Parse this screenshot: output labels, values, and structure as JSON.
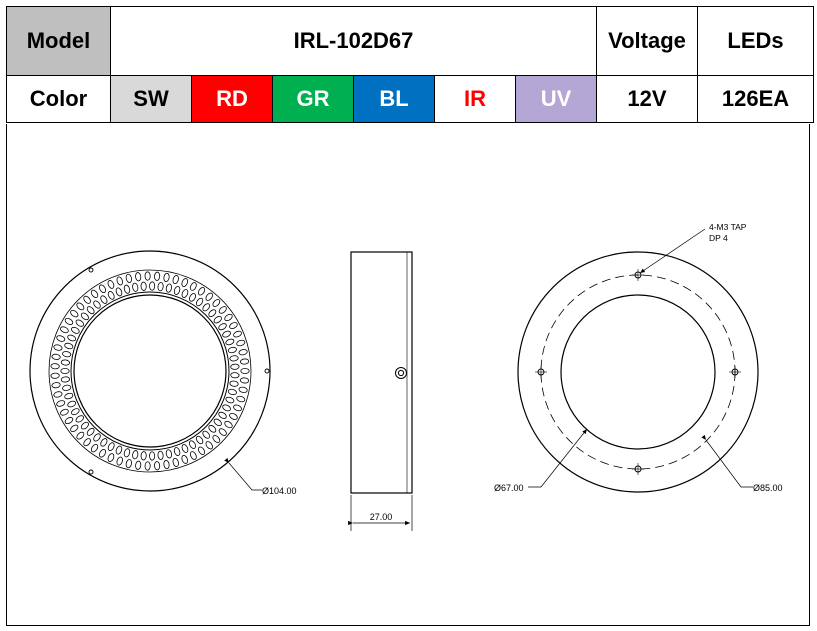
{
  "spec_table": {
    "model_label": "Model",
    "model_value": "IRL-102D67",
    "voltage_label": "Voltage",
    "leds_label": "LEDs",
    "color_label": "Color",
    "colors": [
      {
        "code": "SW",
        "bg": "#d9d9d9",
        "fg": "#000000"
      },
      {
        "code": "RD",
        "bg": "#ff0000",
        "fg": "#ffffff"
      },
      {
        "code": "GR",
        "bg": "#00b050",
        "fg": "#ffffff"
      },
      {
        "code": "BL",
        "bg": "#0070c0",
        "fg": "#ffffff"
      },
      {
        "code": "IR",
        "bg": "#ffffff",
        "fg": "#ff0000"
      },
      {
        "code": "UV",
        "bg": "#b4a7d6",
        "fg": "#ffffff"
      }
    ],
    "voltage_value": "12V",
    "leds_value": "126EA"
  },
  "drawing": {
    "front_outer_dim": "Ø104.00",
    "side_width_dim": "27.00",
    "tap_note_line1": "4-M3 TAP",
    "tap_note_line2": "DP 4",
    "back_inner_dim": "Ø67.00",
    "back_pcd_dim": "Ø85.00"
  }
}
